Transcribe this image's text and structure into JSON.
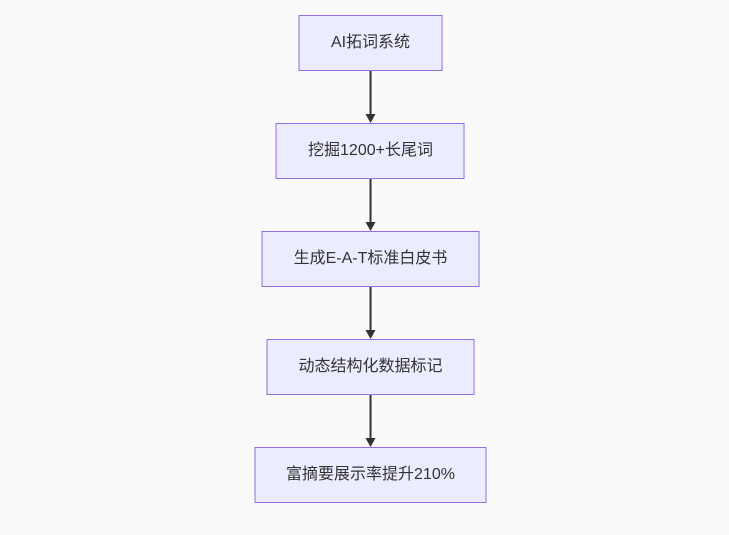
{
  "diagram": {
    "type": "flowchart",
    "direction": "top-down",
    "nodes": [
      {
        "id": "node-1",
        "label": "AI拓词系统"
      },
      {
        "id": "node-2",
        "label": "挖掘1200+长尾词"
      },
      {
        "id": "node-3",
        "label": "生成E-A-T标准白皮书"
      },
      {
        "id": "node-4",
        "label": "动态结构化数据标记"
      },
      {
        "id": "node-5",
        "label": "富摘要展示率提升210%"
      }
    ],
    "edges": [
      {
        "from": "node-1",
        "to": "node-2",
        "style": "arrow-down"
      },
      {
        "from": "node-2",
        "to": "node-3",
        "style": "arrow-down"
      },
      {
        "from": "node-3",
        "to": "node-4",
        "style": "arrow-down"
      },
      {
        "from": "node-4",
        "to": "node-5",
        "style": "arrow-down"
      }
    ],
    "colors": {
      "node_fill": "#ECECFF",
      "node_border": "#9370DB",
      "node_text": "#333333",
      "arrow": "#333333",
      "background": "#FAFAFA"
    }
  }
}
